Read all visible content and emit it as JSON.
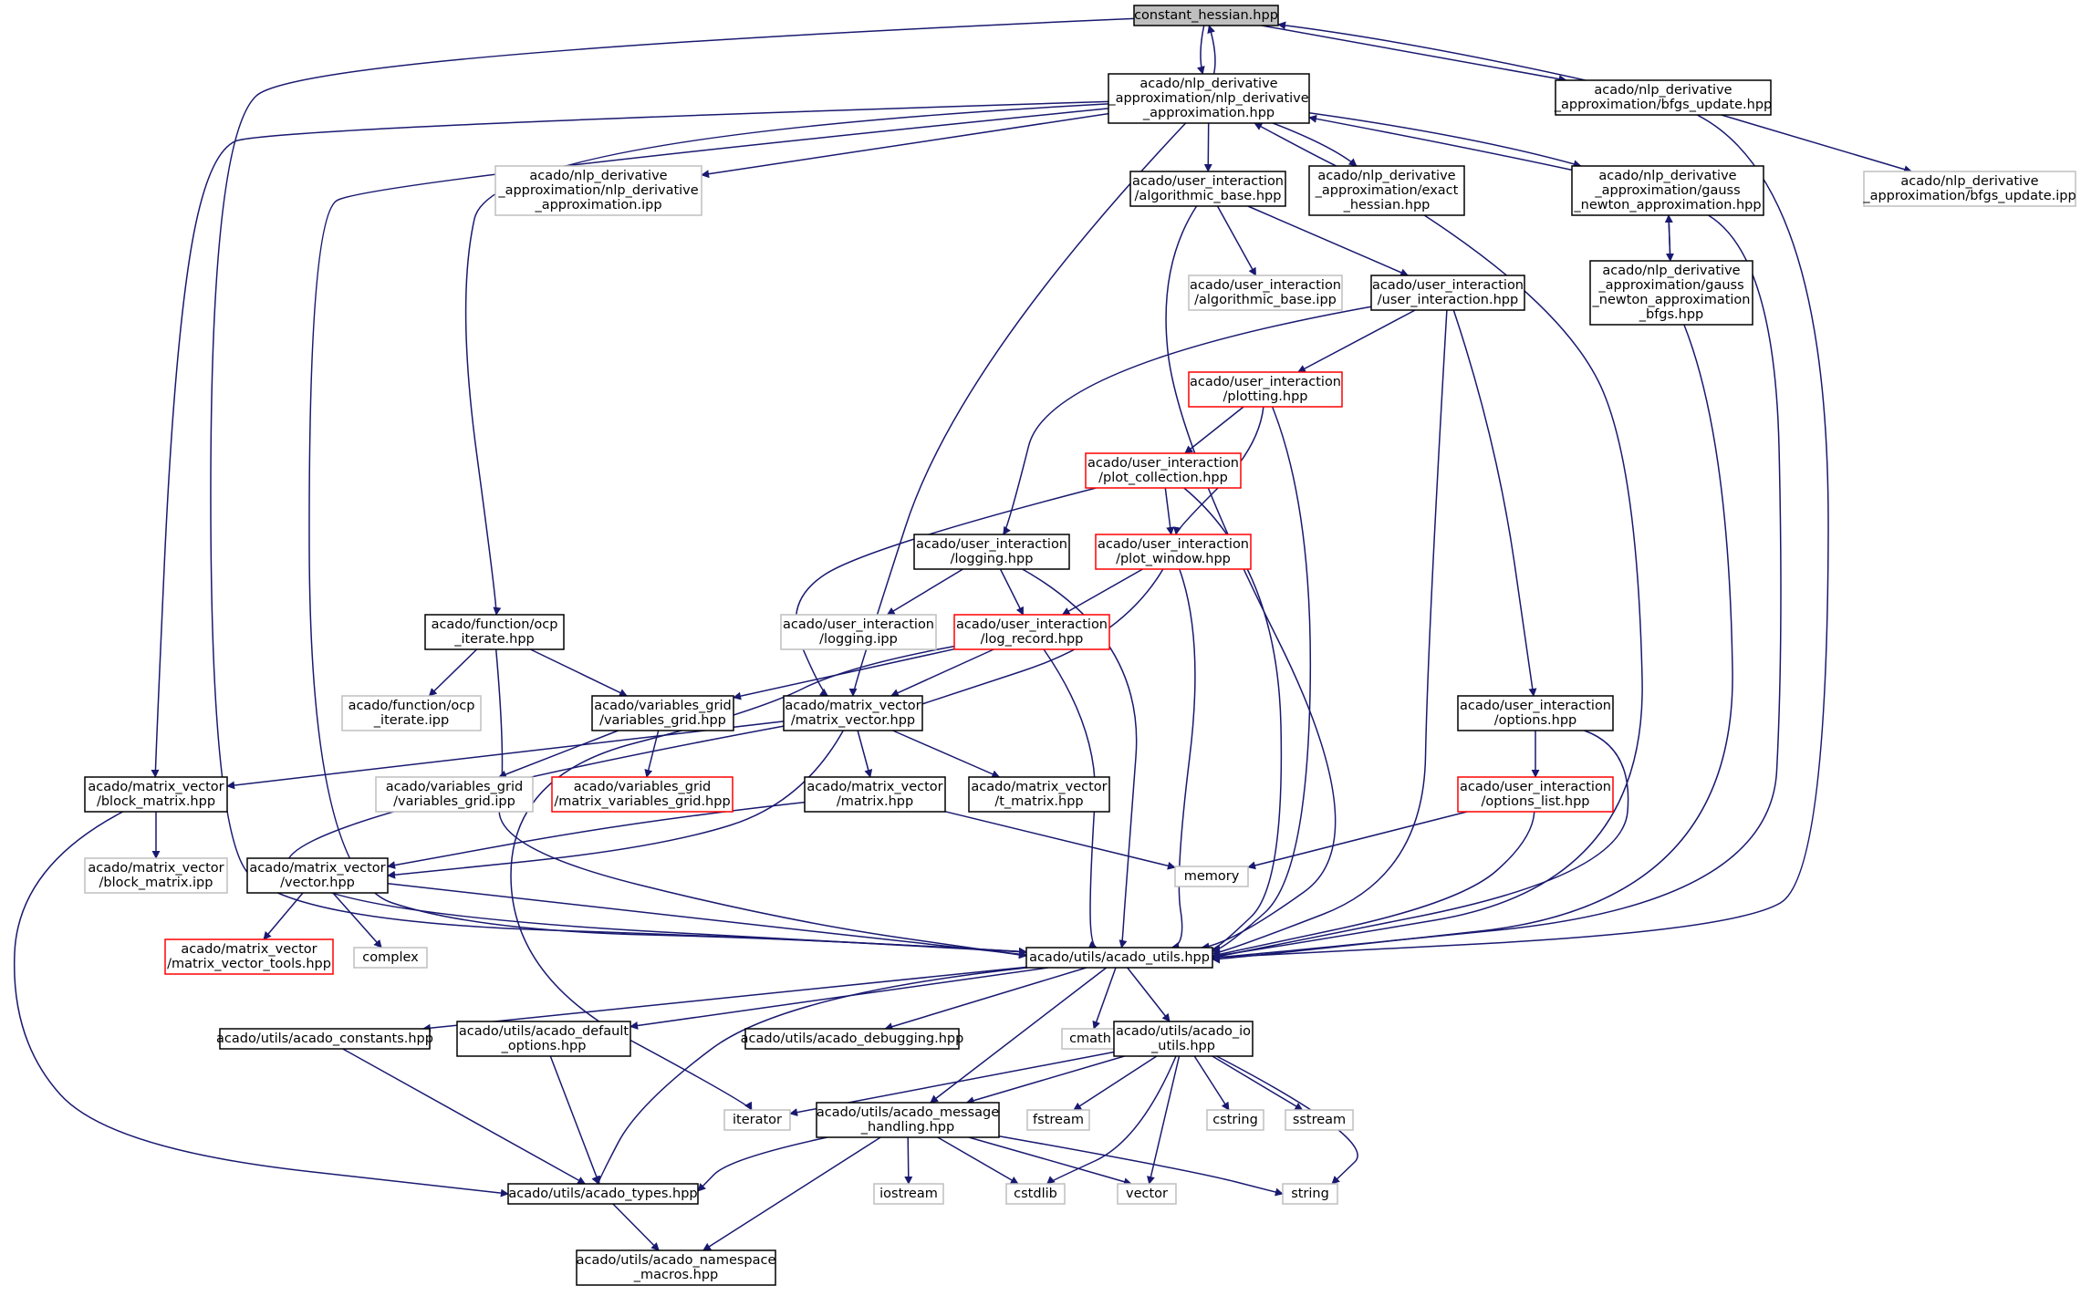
{
  "title": "constant_hessian.hpp",
  "colors": {
    "edge": "#191970",
    "node_border": "#000000",
    "undocumented_border": "#bfbfbf",
    "truncated_border": "#ff0000",
    "root_fill": "#bfbfbf"
  },
  "nodes": [
    {
      "id": "root",
      "label": [
        "constant_hessian.hpp"
      ],
      "style": "root"
    },
    {
      "id": "nlp_hpp",
      "label": [
        "acado/nlp_derivative",
        "_approximation/nlp_derivative",
        "_approximation.hpp"
      ],
      "style": "normal"
    },
    {
      "id": "bfgs_hpp",
      "label": [
        "acado/nlp_derivative",
        "_approximation/bfgs_update.hpp"
      ],
      "style": "normal"
    },
    {
      "id": "bfgs_ipp",
      "label": [
        "acado/nlp_derivative",
        "_approximation/bfgs_update.ipp"
      ],
      "style": "gray"
    },
    {
      "id": "nlp_ipp",
      "label": [
        "acado/nlp_derivative",
        "_approximation/nlp_derivative",
        "_approximation.ipp"
      ],
      "style": "gray"
    },
    {
      "id": "alg_hpp",
      "label": [
        "acado/user_interaction",
        "/algorithmic_base.hpp"
      ],
      "style": "normal"
    },
    {
      "id": "exact_hpp",
      "label": [
        "acado/nlp_derivative",
        "_approximation/exact",
        "_hessian.hpp"
      ],
      "style": "normal"
    },
    {
      "id": "gauss_hpp",
      "label": [
        "acado/nlp_derivative",
        "_approximation/gauss",
        "_newton_approximation.hpp"
      ],
      "style": "normal"
    },
    {
      "id": "alg_ipp",
      "label": [
        "acado/user_interaction",
        "/algorithmic_base.ipp"
      ],
      "style": "gray"
    },
    {
      "id": "ui_hpp",
      "label": [
        "acado/user_interaction",
        "/user_interaction.hpp"
      ],
      "style": "normal"
    },
    {
      "id": "gaussb_hpp",
      "label": [
        "acado/nlp_derivative",
        "_approximation/gauss",
        "_newton_approximation",
        "_bfgs.hpp"
      ],
      "style": "normal"
    },
    {
      "id": "plotting",
      "label": [
        "acado/user_interaction",
        "/plotting.hpp"
      ],
      "style": "red"
    },
    {
      "id": "plotcoll",
      "label": [
        "acado/user_interaction",
        "/plot_collection.hpp"
      ],
      "style": "red"
    },
    {
      "id": "logging_hpp",
      "label": [
        "acado/user_interaction",
        "/logging.hpp"
      ],
      "style": "normal"
    },
    {
      "id": "plotwin",
      "label": [
        "acado/user_interaction",
        "/plot_window.hpp"
      ],
      "style": "red"
    },
    {
      "id": "ocp_hpp",
      "label": [
        "acado/function/ocp",
        "_iterate.hpp"
      ],
      "style": "normal"
    },
    {
      "id": "logging_ipp",
      "label": [
        "acado/user_interaction",
        "/logging.ipp"
      ],
      "style": "gray"
    },
    {
      "id": "logrec",
      "label": [
        "acado/user_interaction",
        "/log_record.hpp"
      ],
      "style": "red"
    },
    {
      "id": "ocp_ipp",
      "label": [
        "acado/function/ocp",
        "_iterate.ipp"
      ],
      "style": "gray"
    },
    {
      "id": "vg_hpp",
      "label": [
        "acado/variables_grid",
        "/variables_grid.hpp"
      ],
      "style": "normal"
    },
    {
      "id": "mv_hpp",
      "label": [
        "acado/matrix_vector",
        "/matrix_vector.hpp"
      ],
      "style": "normal"
    },
    {
      "id": "opt_hpp",
      "label": [
        "acado/user_interaction",
        "/options.hpp"
      ],
      "style": "normal"
    },
    {
      "id": "block_hpp",
      "label": [
        "acado/matrix_vector",
        "/block_matrix.hpp"
      ],
      "style": "normal"
    },
    {
      "id": "vg_ipp",
      "label": [
        "acado/variables_grid",
        "/variables_grid.ipp"
      ],
      "style": "gray"
    },
    {
      "id": "mvg_hpp",
      "label": [
        "acado/variables_grid",
        "/matrix_variables_grid.hpp"
      ],
      "style": "red"
    },
    {
      "id": "matrix_hpp",
      "label": [
        "acado/matrix_vector",
        "/matrix.hpp"
      ],
      "style": "normal"
    },
    {
      "id": "tmatrix_hpp",
      "label": [
        "acado/matrix_vector",
        "/t_matrix.hpp"
      ],
      "style": "normal"
    },
    {
      "id": "optlist",
      "label": [
        "acado/user_interaction",
        "/options_list.hpp"
      ],
      "style": "red"
    },
    {
      "id": "block_ipp",
      "label": [
        "acado/matrix_vector",
        "/block_matrix.ipp"
      ],
      "style": "gray"
    },
    {
      "id": "vector_hpp",
      "label": [
        "acado/matrix_vector",
        "/vector.hpp"
      ],
      "style": "normal"
    },
    {
      "id": "memory",
      "label": [
        "memory"
      ],
      "style": "gray"
    },
    {
      "id": "mvtools",
      "label": [
        "acado/matrix_vector",
        "/matrix_vector_tools.hpp"
      ],
      "style": "red"
    },
    {
      "id": "complex",
      "label": [
        "complex"
      ],
      "style": "gray"
    },
    {
      "id": "utils",
      "label": [
        "acado/utils/acado_utils.hpp"
      ],
      "style": "normal"
    },
    {
      "id": "consts",
      "label": [
        "acado/utils/acado_constants.hpp"
      ],
      "style": "normal"
    },
    {
      "id": "defopt",
      "label": [
        "acado/utils/acado_default",
        "_options.hpp"
      ],
      "style": "normal"
    },
    {
      "id": "debug",
      "label": [
        "acado/utils/acado_debugging.hpp"
      ],
      "style": "normal"
    },
    {
      "id": "cmath",
      "label": [
        "cmath"
      ],
      "style": "gray"
    },
    {
      "id": "io",
      "label": [
        "acado/utils/acado_io",
        "_utils.hpp"
      ],
      "style": "normal"
    },
    {
      "id": "iterator",
      "label": [
        "iterator"
      ],
      "style": "gray"
    },
    {
      "id": "msg",
      "label": [
        "acado/utils/acado_message",
        "_handling.hpp"
      ],
      "style": "normal"
    },
    {
      "id": "fstream",
      "label": [
        "fstream"
      ],
      "style": "gray"
    },
    {
      "id": "cstring",
      "label": [
        "cstring"
      ],
      "style": "gray"
    },
    {
      "id": "sstream",
      "label": [
        "sstream"
      ],
      "style": "gray"
    },
    {
      "id": "types",
      "label": [
        "acado/utils/acado_types.hpp"
      ],
      "style": "normal"
    },
    {
      "id": "iostream",
      "label": [
        "iostream"
      ],
      "style": "gray"
    },
    {
      "id": "cstdlib",
      "label": [
        "cstdlib"
      ],
      "style": "gray"
    },
    {
      "id": "vector",
      "label": [
        "vector"
      ],
      "style": "gray"
    },
    {
      "id": "string",
      "label": [
        "string"
      ],
      "style": "gray"
    },
    {
      "id": "ns",
      "label": [
        "acado/utils/acado_namespace",
        "_macros.hpp"
      ],
      "style": "normal"
    }
  ],
  "edges": [
    {
      "from": "root",
      "to": "nlp_hpp"
    },
    {
      "from": "nlp_hpp",
      "to": "root"
    },
    {
      "from": "root",
      "to": "bfgs_hpp"
    },
    {
      "from": "bfgs_hpp",
      "to": "root"
    },
    {
      "from": "root",
      "to": "utils"
    },
    {
      "from": "bfgs_hpp",
      "to": "bfgs_ipp"
    },
    {
      "from": "bfgs_hpp",
      "to": "utils"
    },
    {
      "from": "nlp_hpp",
      "to": "nlp_ipp"
    },
    {
      "from": "nlp_hpp",
      "to": "alg_hpp"
    },
    {
      "from": "nlp_hpp",
      "to": "exact_hpp"
    },
    {
      "from": "exact_hpp",
      "to": "nlp_hpp"
    },
    {
      "from": "nlp_hpp",
      "to": "gauss_hpp"
    },
    {
      "from": "gauss_hpp",
      "to": "nlp_hpp"
    },
    {
      "from": "nlp_hpp",
      "to": "ocp_hpp"
    },
    {
      "from": "nlp_hpp",
      "to": "block_hpp"
    },
    {
      "from": "nlp_hpp",
      "to": "mv_hpp"
    },
    {
      "from": "nlp_hpp",
      "to": "utils"
    },
    {
      "from": "alg_hpp",
      "to": "alg_ipp"
    },
    {
      "from": "alg_hpp",
      "to": "ui_hpp"
    },
    {
      "from": "alg_hpp",
      "to": "utils"
    },
    {
      "from": "exact_hpp",
      "to": "utils"
    },
    {
      "from": "gauss_hpp",
      "to": "gaussb_hpp"
    },
    {
      "from": "gaussb_hpp",
      "to": "gauss_hpp"
    },
    {
      "from": "gauss_hpp",
      "to": "utils"
    },
    {
      "from": "gaussb_hpp",
      "to": "utils"
    },
    {
      "from": "ui_hpp",
      "to": "plotting"
    },
    {
      "from": "ui_hpp",
      "to": "logging_hpp"
    },
    {
      "from": "ui_hpp",
      "to": "opt_hpp"
    },
    {
      "from": "ui_hpp",
      "to": "utils"
    },
    {
      "from": "plotting",
      "to": "plotcoll"
    },
    {
      "from": "plotting",
      "to": "plotwin"
    },
    {
      "from": "plotting",
      "to": "utils"
    },
    {
      "from": "plotcoll",
      "to": "plotwin"
    },
    {
      "from": "plotcoll",
      "to": "mv_hpp"
    },
    {
      "from": "plotcoll",
      "to": "utils"
    },
    {
      "from": "plotwin",
      "to": "logrec"
    },
    {
      "from": "plotwin",
      "to": "mv_hpp"
    },
    {
      "from": "plotwin",
      "to": "utils"
    },
    {
      "from": "logging_hpp",
      "to": "logging_ipp"
    },
    {
      "from": "logging_hpp",
      "to": "logrec"
    },
    {
      "from": "logging_hpp",
      "to": "utils"
    },
    {
      "from": "logrec",
      "to": "vg_hpp"
    },
    {
      "from": "logrec",
      "to": "mv_hpp"
    },
    {
      "from": "logrec",
      "to": "iterator"
    },
    {
      "from": "logrec",
      "to": "utils"
    },
    {
      "from": "ocp_hpp",
      "to": "ocp_ipp"
    },
    {
      "from": "ocp_hpp",
      "to": "vg_hpp"
    },
    {
      "from": "ocp_hpp",
      "to": "utils"
    },
    {
      "from": "vg_hpp",
      "to": "vg_ipp"
    },
    {
      "from": "vg_hpp",
      "to": "mvg_hpp"
    },
    {
      "from": "mv_hpp",
      "to": "block_hpp"
    },
    {
      "from": "mv_hpp",
      "to": "matrix_hpp"
    },
    {
      "from": "mv_hpp",
      "to": "tmatrix_hpp"
    },
    {
      "from": "mv_hpp",
      "to": "vector_hpp"
    },
    {
      "from": "mv_hpp",
      "to": "utils"
    },
    {
      "from": "opt_hpp",
      "to": "optlist"
    },
    {
      "from": "opt_hpp",
      "to": "utils"
    },
    {
      "from": "optlist",
      "to": "memory"
    },
    {
      "from": "optlist",
      "to": "utils"
    },
    {
      "from": "block_hpp",
      "to": "block_ipp"
    },
    {
      "from": "block_hpp",
      "to": "types"
    },
    {
      "from": "matrix_hpp",
      "to": "vector_hpp"
    },
    {
      "from": "matrix_hpp",
      "to": "memory"
    },
    {
      "from": "vector_hpp",
      "to": "mvtools"
    },
    {
      "from": "vector_hpp",
      "to": "complex"
    },
    {
      "from": "vector_hpp",
      "to": "utils"
    },
    {
      "from": "utils",
      "to": "consts"
    },
    {
      "from": "utils",
      "to": "defopt"
    },
    {
      "from": "utils",
      "to": "debug"
    },
    {
      "from": "utils",
      "to": "cmath"
    },
    {
      "from": "utils",
      "to": "io"
    },
    {
      "from": "utils",
      "to": "msg"
    },
    {
      "from": "utils",
      "to": "types"
    },
    {
      "from": "consts",
      "to": "types"
    },
    {
      "from": "defopt",
      "to": "types"
    },
    {
      "from": "io",
      "to": "iterator"
    },
    {
      "from": "io",
      "to": "msg"
    },
    {
      "from": "io",
      "to": "fstream"
    },
    {
      "from": "io",
      "to": "cstring"
    },
    {
      "from": "io",
      "to": "sstream"
    },
    {
      "from": "io",
      "to": "cstdlib"
    },
    {
      "from": "io",
      "to": "vector"
    },
    {
      "from": "io",
      "to": "string"
    },
    {
      "from": "msg",
      "to": "iostream"
    },
    {
      "from": "msg",
      "to": "cstdlib"
    },
    {
      "from": "msg",
      "to": "vector"
    },
    {
      "from": "msg",
      "to": "string"
    },
    {
      "from": "msg",
      "to": "types"
    },
    {
      "from": "msg",
      "to": "ns"
    },
    {
      "from": "types",
      "to": "ns"
    }
  ]
}
